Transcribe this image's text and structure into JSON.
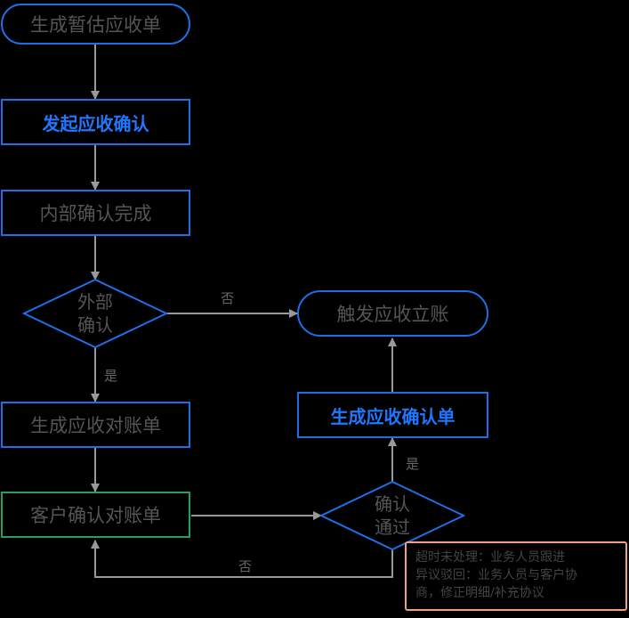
{
  "nodes": {
    "start": "生成暂估应收单",
    "initiate": "发起应收确认",
    "internal": "内部确认完成",
    "external_decision": "外部\n确认",
    "statement": "生成应收对账单",
    "customer_confirm": "客户确认对账单",
    "confirm_decision": "确认\n通过",
    "receipt": "生成应收确认单",
    "end": "触发应收立账"
  },
  "edges": {
    "external_no": "否",
    "external_yes": "是",
    "confirm_yes": "是",
    "confirm_no": "否"
  },
  "note": {
    "lines": [
      "超时未处理：业务人员跟进",
      "异议驳回：业务人员与客户协",
      "商，修正明细/补充协议"
    ]
  },
  "colors": {
    "node_border": "#1E6FE6",
    "highlight_text": "#1E78FF",
    "customer_border": "#22A060",
    "note_border": "#F0A080",
    "arrow": "#999999"
  }
}
